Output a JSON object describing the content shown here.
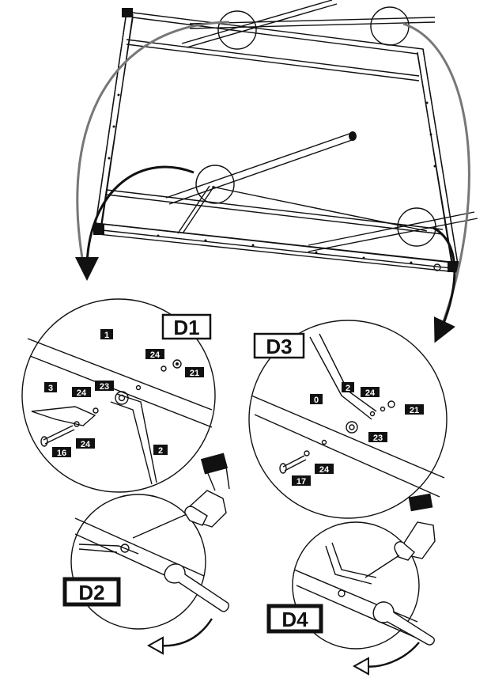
{
  "steps": {
    "d1": "D1",
    "d2": "D2",
    "d3": "D3",
    "d4": "D4"
  },
  "d1_parts": {
    "p1": "1",
    "p2": "2",
    "p3": "3",
    "p16": "16",
    "p21": "21",
    "p23": "23",
    "p24a": "24",
    "p24b": "24",
    "p24c": "24"
  },
  "d3_parts": {
    "p0": "0",
    "p2": "2",
    "p17": "17",
    "p21": "21",
    "p23": "23",
    "p24a": "24",
    "p24b": "24"
  }
}
